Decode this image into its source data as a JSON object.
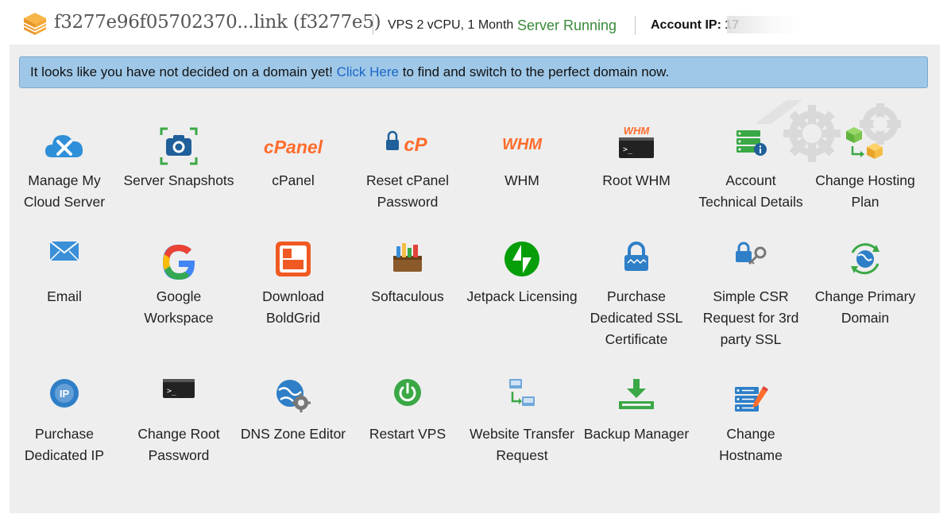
{
  "header": {
    "title": "f3277e96f05702370...link (f3277e5)",
    "plan": "VPS 2 vCPU, 1 Month",
    "status": "Server Running",
    "account_ip_label": "Account IP:",
    "account_ip_value": "17"
  },
  "banner": {
    "text_before": "It looks like you have not decided on a domain yet!",
    "link_text": "Click Here",
    "text_after": "to find and switch to the perfect domain now."
  },
  "tools": [
    {
      "label": "Manage My Cloud Server",
      "icon": "cloud-tools-icon"
    },
    {
      "label": "Server Snapshots",
      "icon": "camera-icon"
    },
    {
      "label": "cPanel",
      "icon": "cpanel-logo-icon",
      "logo_text": "cPanel"
    },
    {
      "label": "Reset cPanel Password",
      "icon": "lock-cpanel-icon",
      "logo_text": "cP"
    },
    {
      "label": "WHM",
      "icon": "whm-logo-icon",
      "logo_text": "WHM"
    },
    {
      "label": "Root WHM",
      "icon": "whm-terminal-icon",
      "logo_text": "WHM"
    },
    {
      "label": "Account Technical Details",
      "icon": "server-info-icon"
    },
    {
      "label": "Change Hosting Plan",
      "icon": "cubes-swap-icon"
    },
    {
      "label": "Email",
      "icon": "envelope-icon"
    },
    {
      "label": "Google Workspace",
      "icon": "google-icon"
    },
    {
      "label": "Download BoldGrid",
      "icon": "boldgrid-icon"
    },
    {
      "label": "Softaculous",
      "icon": "softaculous-icon"
    },
    {
      "label": "Jetpack Licensing",
      "icon": "jetpack-icon"
    },
    {
      "label": "Purchase Dedicated SSL Certificate",
      "icon": "ssl-lock-icon"
    },
    {
      "label": "Simple CSR Request for 3rd party SSL",
      "icon": "lock-key-icon"
    },
    {
      "label": "Change Primary Domain",
      "icon": "globe-refresh-icon"
    },
    {
      "label": "Purchase Dedicated IP",
      "icon": "ip-globe-icon"
    },
    {
      "label": "Change Root Password",
      "icon": "terminal-icon"
    },
    {
      "label": "DNS Zone Editor",
      "icon": "globe-gear-icon"
    },
    {
      "label": "Restart VPS",
      "icon": "power-icon"
    },
    {
      "label": "Website Transfer Request",
      "icon": "transfer-icon"
    },
    {
      "label": "Backup Manager",
      "icon": "download-backup-icon"
    },
    {
      "label": "Change Hostname",
      "icon": "server-edit-icon"
    }
  ],
  "colors": {
    "accent_blue": "#1a66c8",
    "status_green": "#3a8a3a",
    "banner_bg": "#9fc8e8",
    "cpanel_orange": "#ff6c2c",
    "panel_bg": "#eeeeee"
  }
}
